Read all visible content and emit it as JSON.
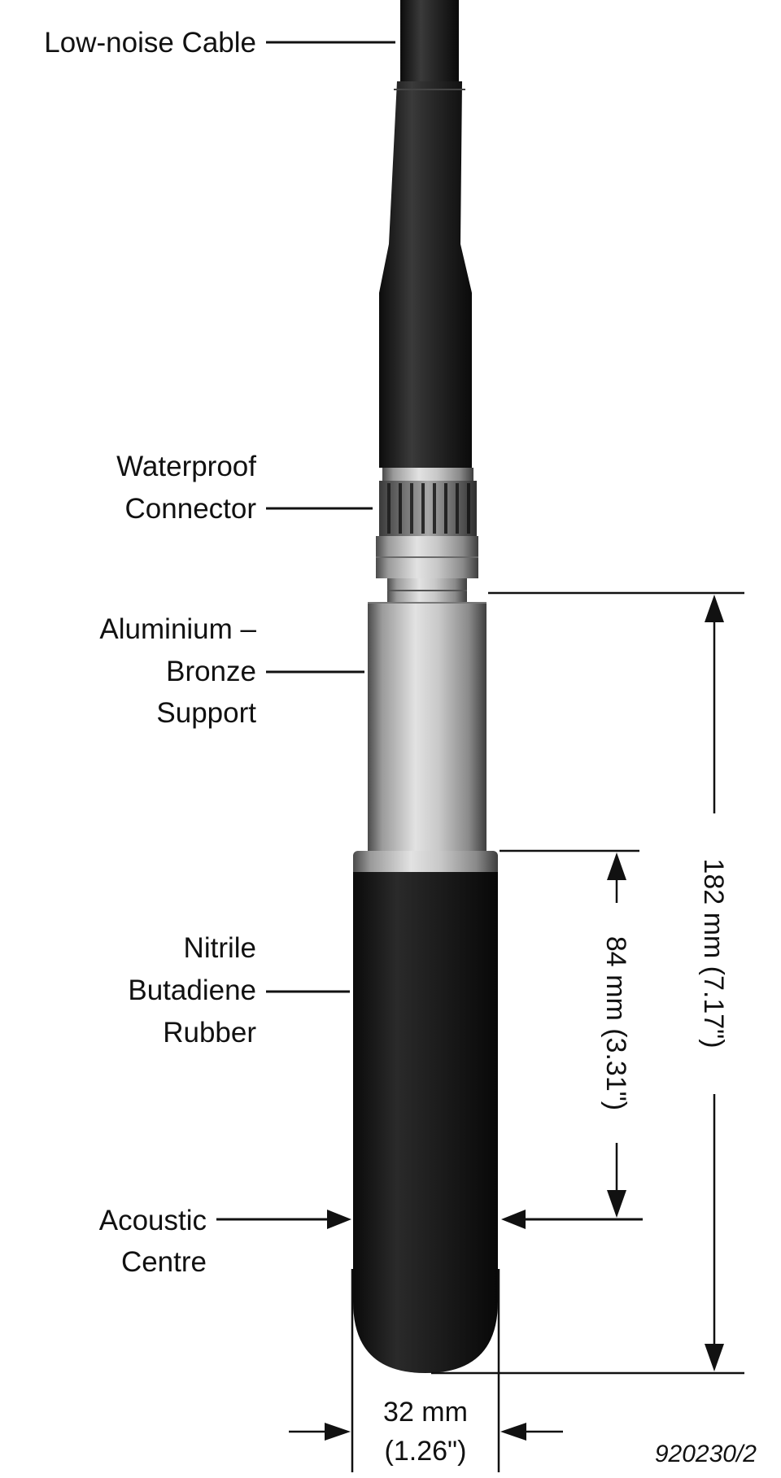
{
  "labels": {
    "cable": "Low-noise Cable",
    "connector_line1": "Waterproof",
    "connector_line2": "Connector",
    "support_line1": "Aluminium –",
    "support_line2": "Bronze",
    "support_line3": "Support",
    "rubber_line1": "Nitrile",
    "rubber_line2": "Butadiene",
    "rubber_line3": "Rubber",
    "acoustic_line1": "Acoustic",
    "acoustic_line2": "Centre"
  },
  "dimensions": {
    "overall_length": "182 mm (7.17\")",
    "acoustic_offset": "84 mm (3.31\")",
    "diameter_line1": "32 mm",
    "diameter_line2": "(1.26\")"
  },
  "figure_number": "920230/2",
  "colors": {
    "background": "#ffffff",
    "ink": "#111111",
    "cable": "#1c1c1c",
    "rubber": "#1e1e1e",
    "metal_light": "#d4d4d4",
    "metal_dark": "#5a5a5a"
  }
}
